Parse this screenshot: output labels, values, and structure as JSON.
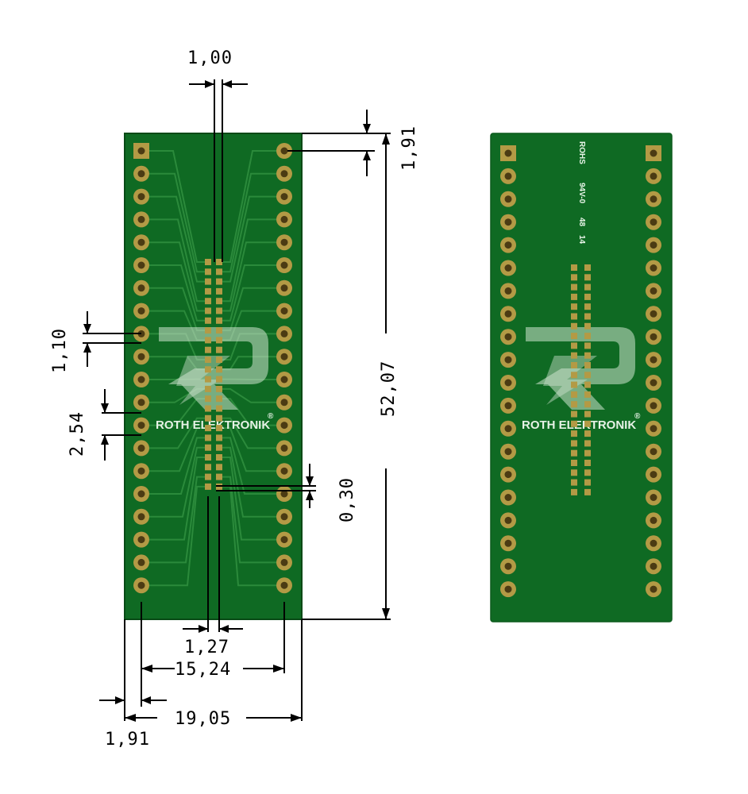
{
  "colors": {
    "board": "#0f6a23",
    "board_edge": "#0a4f19",
    "trace": "#2d8a3d",
    "pad_copper": "#b39a45",
    "pad_hole": "#4b3b13",
    "dim_line": "#000000",
    "logo": "#d9e8d9"
  },
  "left_board": {
    "name": "dimensioned-adapter",
    "brand": "ROTH ELEKTRONIK",
    "reg_mark": "®",
    "pins_per_side": 20,
    "fine_pins_per_column": 24
  },
  "right_board": {
    "name": "photo-adapter",
    "brand": "ROTH ELEKTRONIK",
    "reg_mark": "®",
    "silkscreen": [
      "ROHS",
      "94V-0",
      "48",
      "14"
    ],
    "pins_per_side": 20,
    "fine_pins_per_column": 24
  },
  "dimensions": {
    "fine_pitch_width": "1,00",
    "top_margin": "1,91",
    "board_height": "52,07",
    "pad_size": "1,10",
    "pin_pitch": "2,54",
    "fine_pad_gap": "0,30",
    "fine_pitch": "1,27",
    "row_spacing": "15,24",
    "board_width": "19,05",
    "side_margin": "1,91"
  }
}
